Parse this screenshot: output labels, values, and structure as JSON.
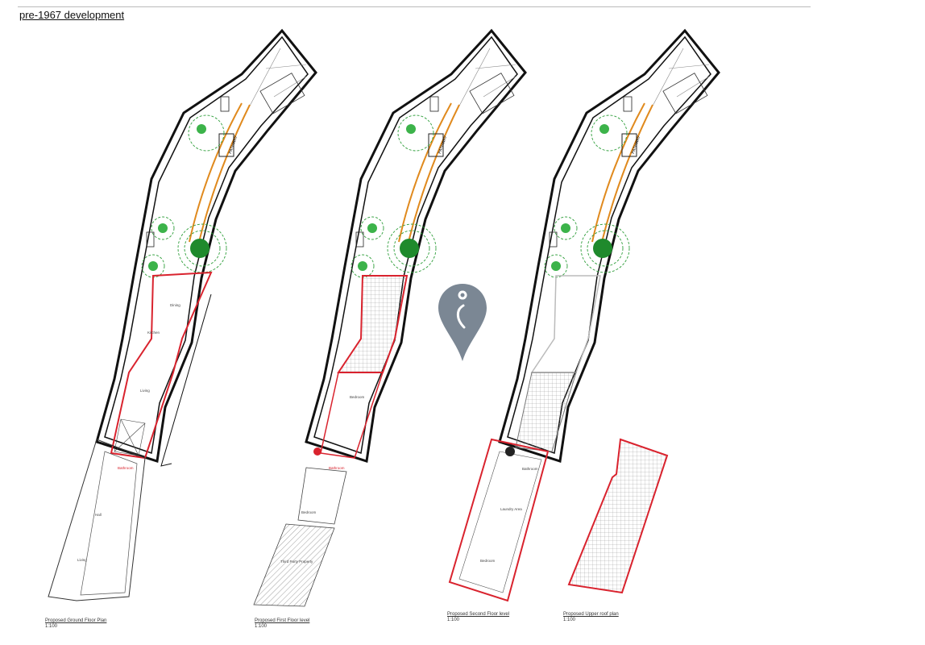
{
  "title": "pre-1967 development",
  "plans": [
    {
      "name": "Proposed Ground Floor Plan",
      "scale": "1:100",
      "rooms": [
        "Dining",
        "Kitchen",
        "Living",
        "Bathroom",
        "Hall",
        "Living"
      ]
    },
    {
      "name": "Proposed First Floor level",
      "scale": "1:100",
      "rooms": [
        "Bedroom",
        "Bathroom",
        "Bedroom",
        "Third Party Property"
      ]
    },
    {
      "name": "Proposed Second Floor level",
      "scale": "1:100",
      "rooms": [
        "Bathroom",
        "Laundry Area",
        "Bedroom"
      ]
    },
    {
      "name": "Proposed Upper roof plan",
      "scale": "1:100",
      "rooms": []
    }
  ],
  "pathway_label": "PATHWAY",
  "colors": {
    "wall": "#111111",
    "footprint": "#d9232e",
    "tree": "#2e9e3a",
    "path": "#e08a1e",
    "pin": "#7b8794"
  },
  "overlay": {
    "icon": "map-pin-icon"
  }
}
